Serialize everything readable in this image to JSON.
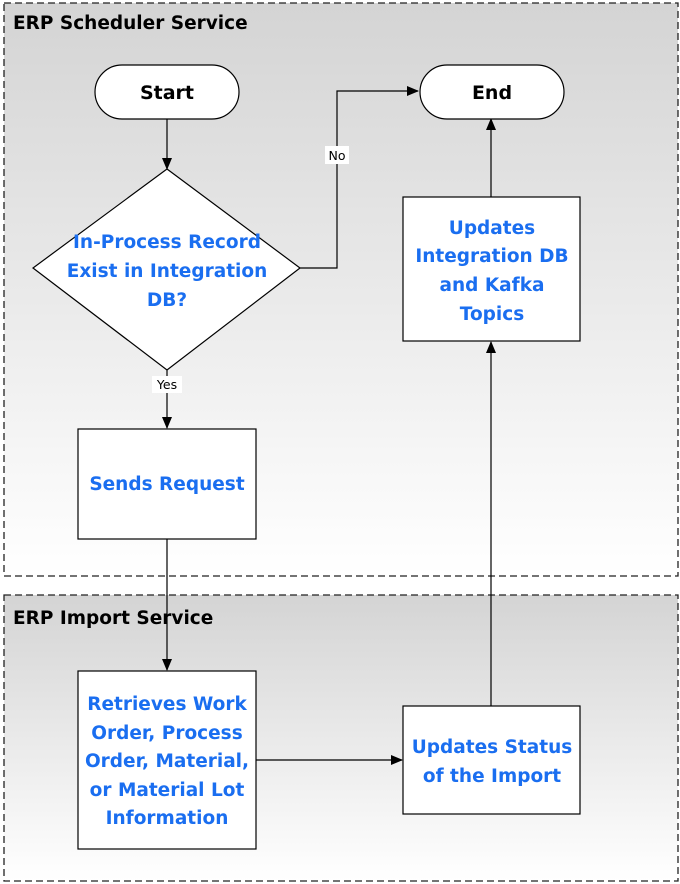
{
  "colors": {
    "lane_fill_top": "#d4d4d4",
    "lane_fill_bottom": "#ffffff",
    "process_text": "#1a6ef0",
    "stroke": "#000000"
  },
  "lanes": {
    "scheduler": {
      "title": "ERP Scheduler Service"
    },
    "import": {
      "title": "ERP Import Service"
    }
  },
  "nodes": {
    "start": {
      "label": "Start"
    },
    "end": {
      "label": "End"
    },
    "decision": {
      "lines": [
        "In-Process Record",
        "Exist in Integration",
        "DB?"
      ]
    },
    "sends_request": {
      "lines": [
        "Sends Request"
      ]
    },
    "updates_db": {
      "lines": [
        "Updates",
        "Integration DB",
        "and Kafka",
        "Topics"
      ]
    },
    "retrieves": {
      "lines": [
        "Retrieves Work",
        "Order, Process",
        "Order, Material,",
        "or Material Lot",
        "Information"
      ]
    },
    "updates_status": {
      "lines": [
        "Updates Status",
        "of the Import"
      ]
    }
  },
  "edges": {
    "no_label": "No",
    "yes_label": "Yes"
  }
}
